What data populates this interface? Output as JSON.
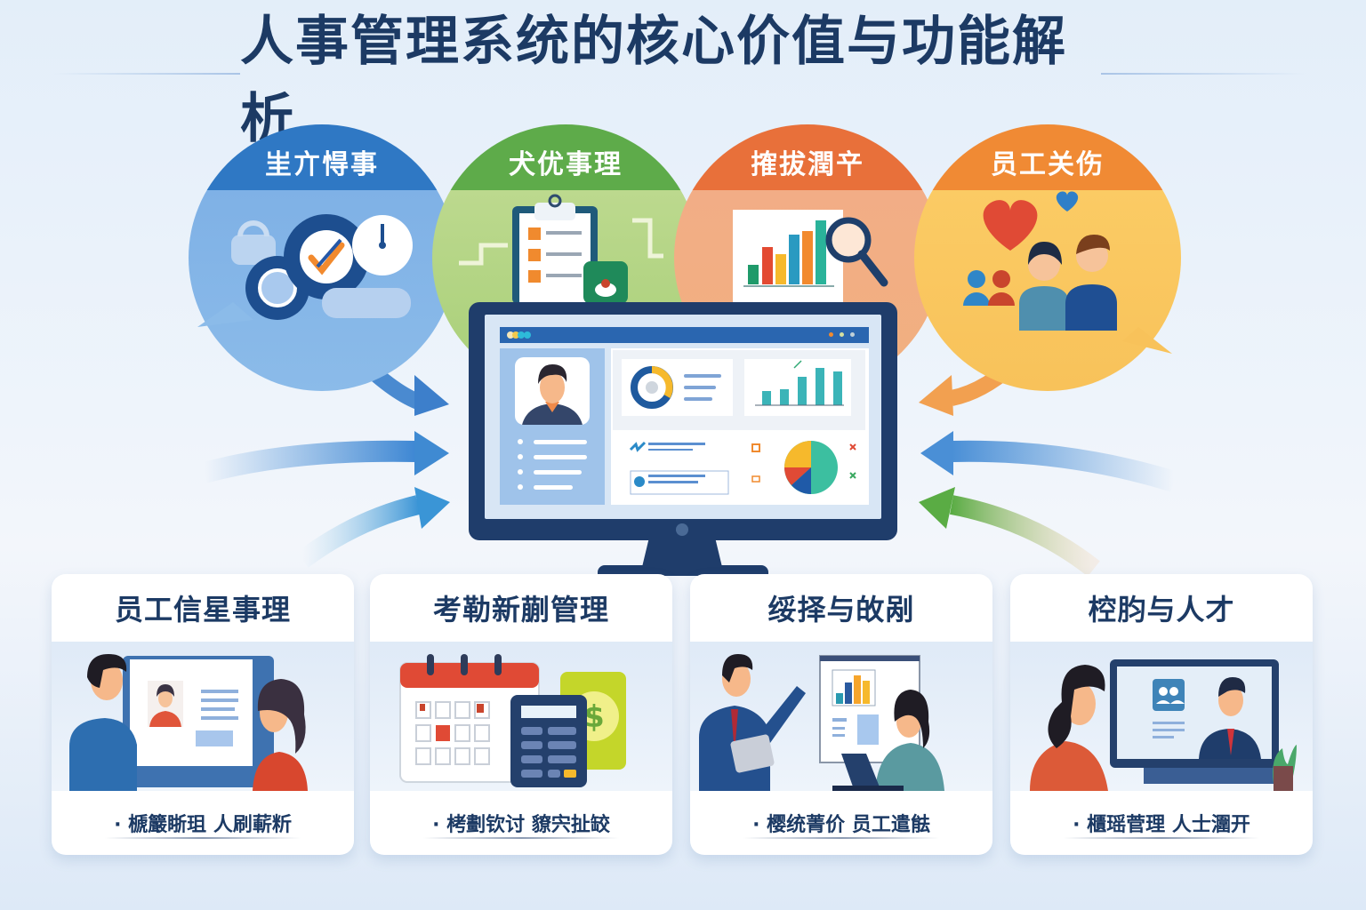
{
  "header": {
    "title": "人事管理系统的核心价值与功能解析"
  },
  "colors": {
    "title_text": "#1c3a64",
    "blue": "#2f78c4",
    "green": "#5eab4a",
    "orange_red": "#e8703a",
    "orange": "#f08a34",
    "monitor_frame": "#1f3d6b"
  },
  "bubbles": [
    {
      "label": "㞷亣㥂事",
      "icon": "gears-clock-check-icon",
      "color": "#2f78c4"
    },
    {
      "label": "犬优事理",
      "icon": "clipboard-checklist-icon",
      "color": "#5eab4a"
    },
    {
      "label": "搉拔潤䇂",
      "icon": "bar-chart-magnifier-icon",
      "color": "#e8703a"
    },
    {
      "label": "员工关伤",
      "icon": "hearts-people-icon",
      "color": "#f08a34"
    }
  ],
  "monitor": {
    "icon": "hr-dashboard-icon",
    "panels": [
      "profile-avatar",
      "donut-chart",
      "bar-chart",
      "task-list",
      "pie-chart"
    ]
  },
  "cards": [
    {
      "title": "员工信星事理",
      "footer": "· 榹䉷䀿珇 人刷蔪䉼",
      "icon": "employee-records-illustration-icon"
    },
    {
      "title": "考勒新蒯管理",
      "footer": "· 栲劃钦讨 䝤宍扯䍊",
      "icon": "calendar-calculator-money-icon"
    },
    {
      "title": "绥择与敀剐",
      "footer": "· 樱统菁价 员工遣䏻",
      "icon": "presentation-meeting-icon"
    },
    {
      "title": "椌䏛与人才",
      "footer": "· 櫃瑶菅理 人士潿开",
      "icon": "video-interview-icon"
    }
  ]
}
